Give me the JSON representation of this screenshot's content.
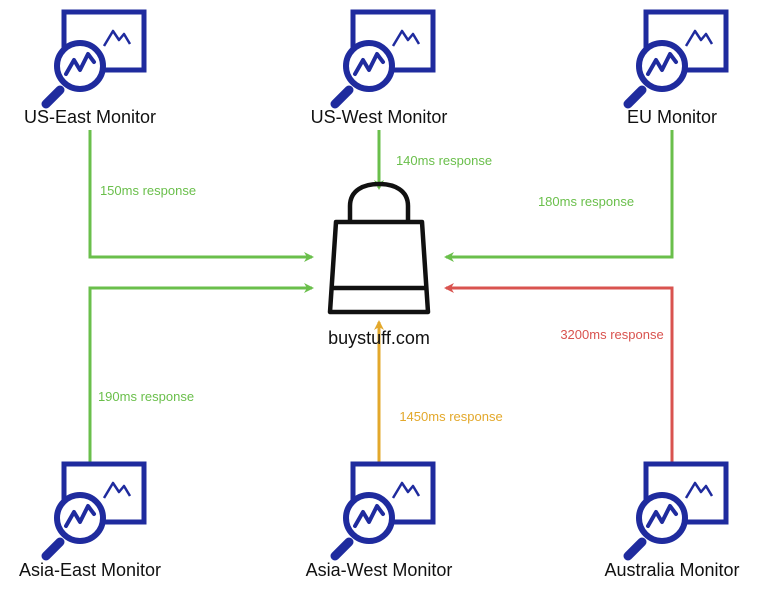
{
  "target": {
    "label": "buystuff.com",
    "icon": "shopping-bag-icon"
  },
  "monitors": [
    {
      "id": "us-east",
      "label": "US-East Monitor",
      "icon": "monitor-magnifier-icon"
    },
    {
      "id": "us-west",
      "label": "US-West Monitor",
      "icon": "monitor-magnifier-icon"
    },
    {
      "id": "eu",
      "label": "EU Monitor",
      "icon": "monitor-magnifier-icon"
    },
    {
      "id": "asia-east",
      "label": "Asia-East Monitor",
      "icon": "monitor-magnifier-icon"
    },
    {
      "id": "asia-west",
      "label": "Asia-West Monitor",
      "icon": "monitor-magnifier-icon"
    },
    {
      "id": "australia",
      "label": "Australia Monitor",
      "icon": "monitor-magnifier-icon"
    }
  ],
  "connections": [
    {
      "from": "us-east",
      "response": "150ms response",
      "color": "#6abf4b"
    },
    {
      "from": "us-west",
      "response": "140ms response",
      "color": "#6abf4b"
    },
    {
      "from": "eu",
      "response": "180ms response",
      "color": "#6abf4b"
    },
    {
      "from": "asia-east",
      "response": "190ms response",
      "color": "#6abf4b"
    },
    {
      "from": "asia-west",
      "response": "1450ms response",
      "color": "#e3a82b"
    },
    {
      "from": "australia",
      "response": "3200ms response",
      "color": "#d9534f"
    }
  ],
  "colors": {
    "icon": "#1f2b9e",
    "text": "#111111"
  }
}
